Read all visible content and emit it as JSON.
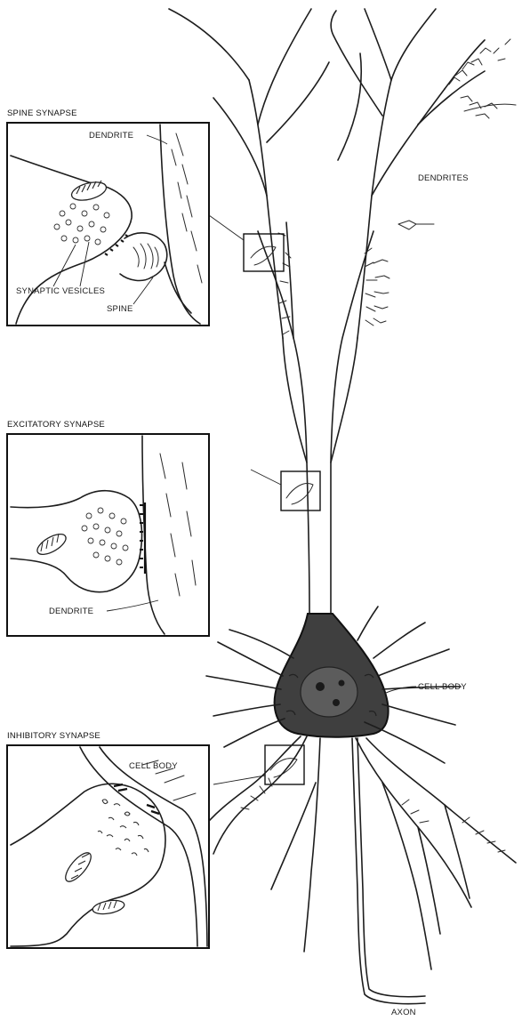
{
  "panels": {
    "spine": {
      "title": "SPINE SYNAPSE",
      "labels": {
        "dendrite": "DENDRITE",
        "vesicles": "SYNAPTIC VESICLES",
        "spine": "SPINE"
      }
    },
    "excitatory": {
      "title": "EXCITATORY SYNAPSE",
      "labels": {
        "dendrite": "DENDRITE"
      }
    },
    "inhibitory": {
      "title": "INHIBITORY SYNAPSE",
      "labels": {
        "cell_body": "CELL BODY"
      }
    }
  },
  "neuron": {
    "labels": {
      "dendrites": "DENDRITES",
      "cell_body": "CELL BODY",
      "axon": "AXON"
    }
  }
}
